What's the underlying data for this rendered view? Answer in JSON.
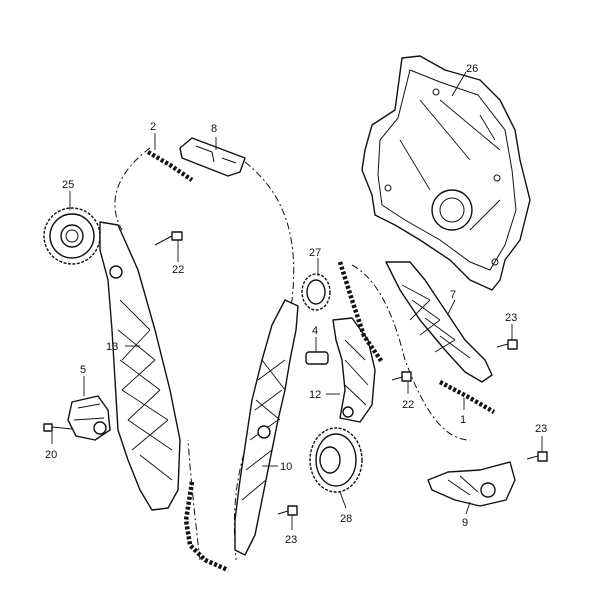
{
  "callouts": {
    "c1": "1",
    "c2": "2",
    "c4": "4",
    "c5": "5",
    "c7": "7",
    "c8": "8",
    "c9": "9",
    "c10": "10",
    "c12": "12",
    "c13": "13",
    "c20": "20",
    "c22a": "22",
    "c22b": "22",
    "c23a": "23",
    "c23b": "23",
    "c23c": "23",
    "c25": "25",
    "c26": "26",
    "c27": "27",
    "c28": "28"
  },
  "colors": {
    "ink": "#111111",
    "paper": "#ffffff"
  }
}
